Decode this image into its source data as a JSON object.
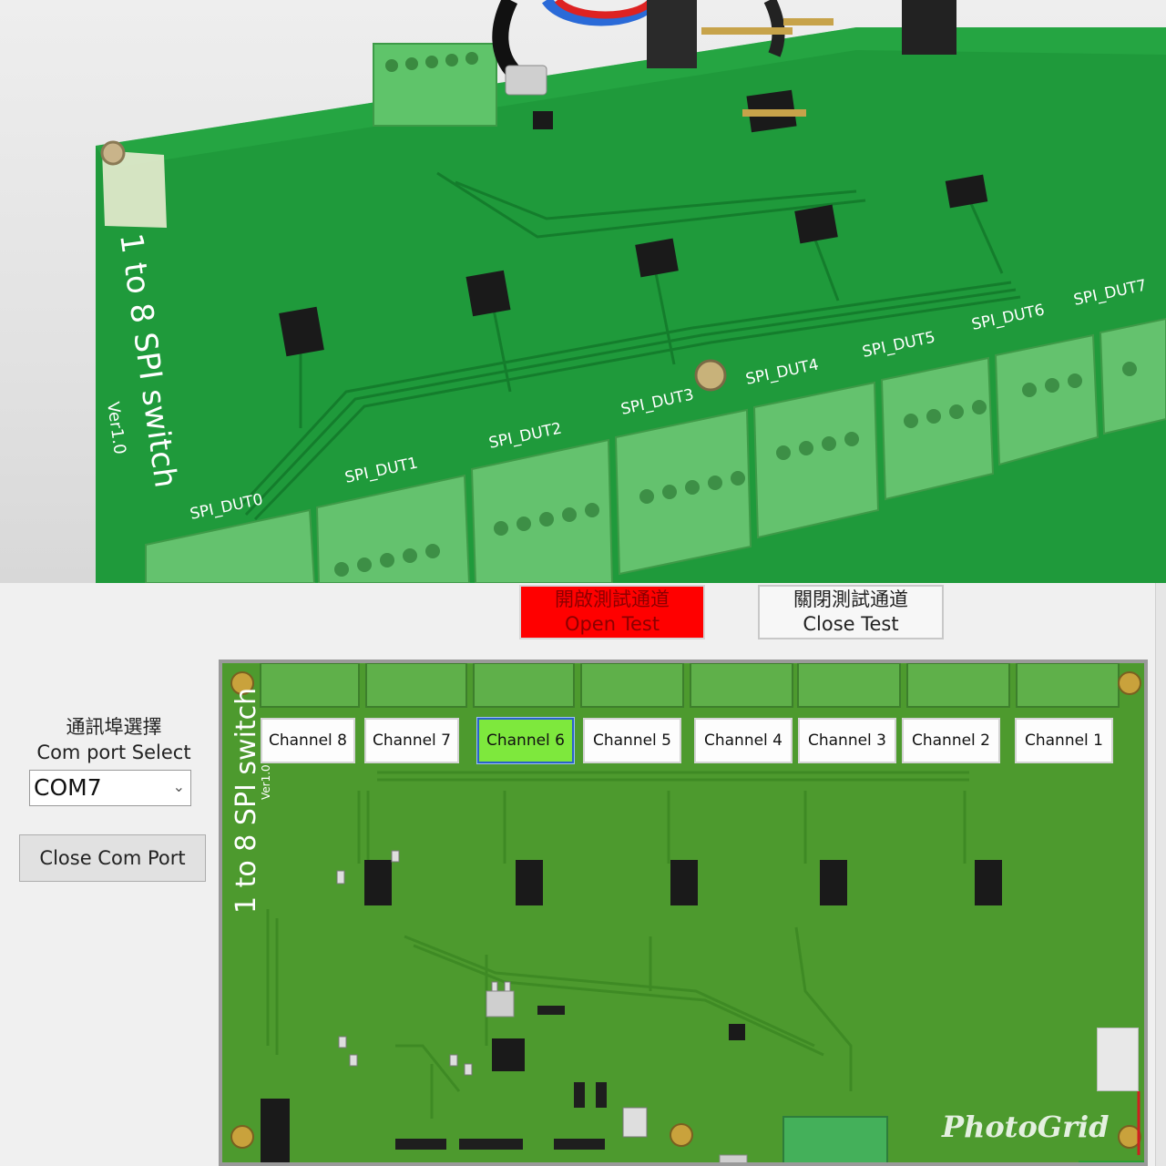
{
  "photo": {
    "board_title": "1 to 8 SPI switch",
    "board_version": "Ver1.0",
    "dut_labels": [
      "SPI_DUT0",
      "SPI_DUT1",
      "SPI_DUT2",
      "SPI_DUT3",
      "SPI_DUT4",
      "SPI_DUT5",
      "SPI_DUT6",
      "SPI_DUT7"
    ]
  },
  "toolbar": {
    "open_test_zh": "開啟測試通道",
    "open_test_en": "Open Test",
    "close_test_zh": "關閉測試通道",
    "close_test_en": "Close Test"
  },
  "com": {
    "label_zh": "通訊埠選擇",
    "label_en": "Com port Select",
    "selected": "COM7",
    "close_button": "Close Com Port"
  },
  "board": {
    "channels": [
      {
        "label": "Channel 8",
        "active": false
      },
      {
        "label": "Channel 7",
        "active": false
      },
      {
        "label": "Channel 6",
        "active": true
      },
      {
        "label": "Channel 5",
        "active": false
      },
      {
        "label": "Channel 4",
        "active": false
      },
      {
        "label": "Channel 3",
        "active": false
      },
      {
        "label": "Channel 2",
        "active": false
      },
      {
        "label": "Channel 1",
        "active": false
      }
    ],
    "title": "1 to 8 SPI switch",
    "version": "Ver1.0"
  },
  "watermark": "PhotoGrid",
  "colors": {
    "open_test_bg": "#ff0000",
    "active_channel": "#7ee83d",
    "pcb_green": "#4d9a2e",
    "photo_pcb": "#1e9a3a"
  }
}
